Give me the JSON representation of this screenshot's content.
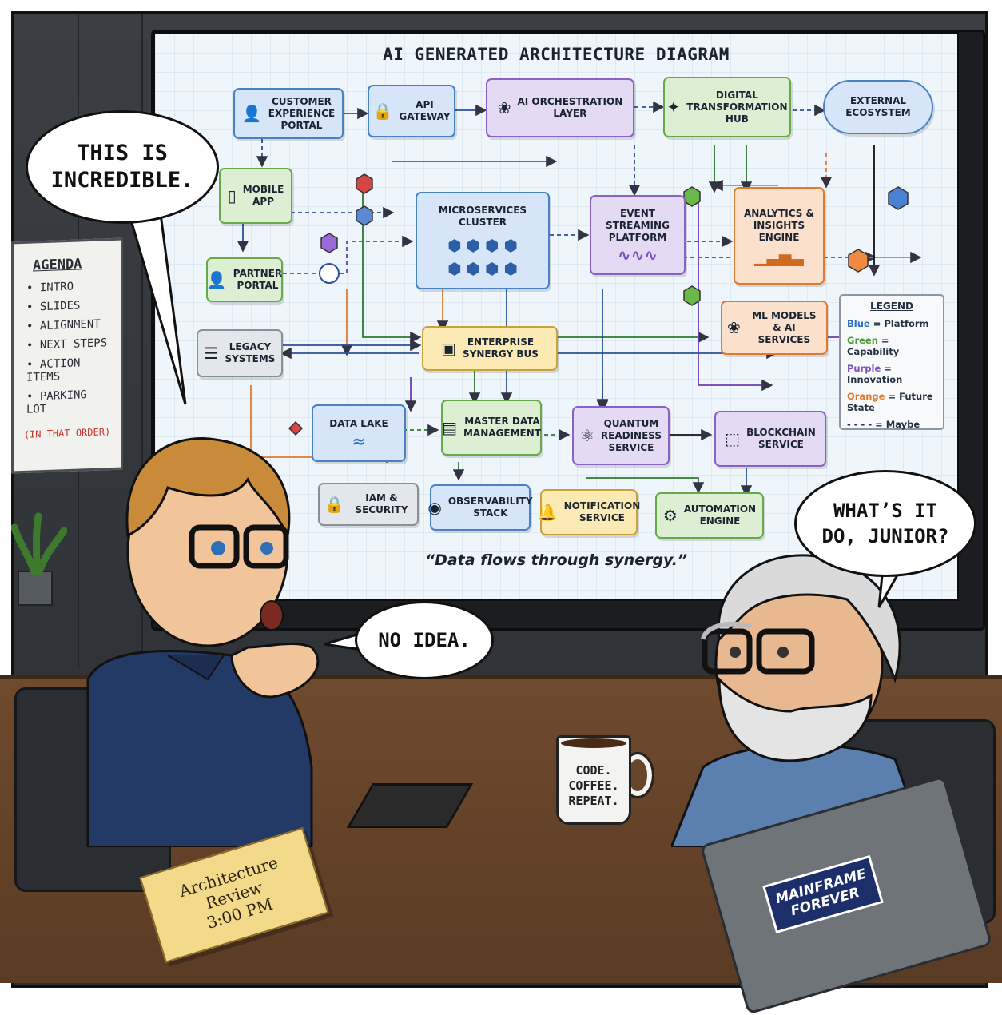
{
  "diagram": {
    "title": "AI GENERATED ARCHITECTURE DIAGRAM",
    "caption": "“Data flows through synergy.”",
    "nodes": {
      "customer_portal": {
        "label": "CUSTOMER\nEXPERIENCE\nPORTAL",
        "icon": "user-icon"
      },
      "api_gateway": {
        "label": "API\nGATEWAY",
        "icon": "lock-icon"
      },
      "ai_orchestration": {
        "label": "AI ORCHESTRATION\nLAYER",
        "icon": "brain-icon"
      },
      "digital_hub": {
        "label": "DIGITAL\nTRANSFORMATION\nHUB",
        "icon": "network-icon"
      },
      "external_ecosystem": {
        "label": "EXTERNAL\nECOSYSTEM",
        "icon": "cloud-icon"
      },
      "mobile_app": {
        "label": "MOBILE\nAPP",
        "icon": "phone-icon"
      },
      "microservices": {
        "label": "MICROSERVICES\nCLUSTER",
        "icon": "hexagon-icon"
      },
      "event_streaming": {
        "label": "EVENT\nSTREAMING\nPLATFORM",
        "icon": "wave-icon"
      },
      "analytics": {
        "label": "ANALYTICS &\nINSIGHTS\nENGINE",
        "icon": "bar-chart-icon"
      },
      "partner_portal": {
        "label": "PARTNER\nPORTAL",
        "icon": "partner-icon"
      },
      "ml_models": {
        "label": "ML MODELS\n& AI SERVICES",
        "icon": "brain-icon"
      },
      "legacy": {
        "label": "LEGACY\nSYSTEMS",
        "icon": "server-icon"
      },
      "synergy_bus": {
        "label": "ENTERPRISE\nSYNERGY BUS",
        "icon": "bus-icon"
      },
      "data_lake": {
        "label": "DATA LAKE",
        "icon": "wave-icon"
      },
      "mdm": {
        "label": "MASTER DATA\nMANAGEMENT",
        "icon": "database-icon"
      },
      "quantum": {
        "label": "QUANTUM\nREADINESS\nSERVICE",
        "icon": "atom-icon"
      },
      "blockchain": {
        "label": "BLOCKCHAIN\nSERVICE",
        "icon": "cubes-icon"
      },
      "iam": {
        "label": "IAM & SECURITY",
        "icon": "lock-icon"
      },
      "observability": {
        "label": "OBSERVABILITY\nSTACK",
        "icon": "eye-icon"
      },
      "notification": {
        "label": "NOTIFICATION\nSERVICE",
        "icon": "bell-icon"
      },
      "automation": {
        "label": "AUTOMATION\nENGINE",
        "icon": "gear-icon"
      }
    },
    "legend": {
      "title": "LEGEND",
      "items": [
        {
          "key": "Blue",
          "value": " = Platform",
          "color": "#2f6fc4"
        },
        {
          "key": "Green",
          "value": " = Capability",
          "color": "#4a9a36"
        },
        {
          "key": "Purple",
          "value": " = Innovation",
          "color": "#7a4fc0"
        },
        {
          "key": "Orange",
          "value": " = Future State",
          "color": "#e07a30"
        },
        {
          "key": "- - - -",
          "value": " = Maybe",
          "color": "#243040"
        }
      ]
    }
  },
  "speech": {
    "junior_1": "THIS IS\nINCREDIBLE.",
    "senior": "WHAT’S IT\nDO, JUNIOR?",
    "junior_2": "NO IDEA."
  },
  "agenda": {
    "title": "AGENDA",
    "items": [
      "• INTRO",
      "• SLIDES",
      "• ALIGNMENT",
      "• NEXT STEPS",
      "• ACTION ITEMS",
      "• PARKING LOT"
    ],
    "note": "(IN THAT ORDER)"
  },
  "props": {
    "nameplate": "Architecture\nReview\n3:00 PM",
    "mug": "CODE.\nCOFFEE.\nREPEAT.",
    "laptop_sticker": "MAINFRAME\nFOREVER"
  },
  "colors": {
    "blue": "#4a81c4",
    "green": "#66a84a",
    "purple": "#8a62c6",
    "orange": "#e07a30",
    "red": "#d64545"
  }
}
